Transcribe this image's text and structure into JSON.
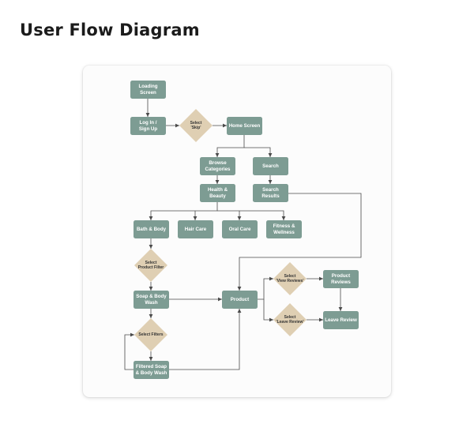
{
  "title": "User Flow Diagram",
  "nodes": {
    "loading": [
      "Loading",
      "Screen"
    ],
    "login": [
      "Log In /",
      "Sign Up"
    ],
    "home": [
      "Home Screen"
    ],
    "browse": [
      "Browse",
      "Categories"
    ],
    "search": [
      "Search"
    ],
    "health": [
      "Health &",
      "Beauty"
    ],
    "results": [
      "Search",
      "Results"
    ],
    "bath": [
      "Bath & Body"
    ],
    "hair": [
      "Hair Care"
    ],
    "oral": [
      "Oral Care"
    ],
    "fitness": [
      "Fitness &",
      "Wellness"
    ],
    "soap": [
      "Soap & Body",
      "Wash"
    ],
    "product": [
      "Product"
    ],
    "reviews": [
      "Product",
      "Reviews"
    ],
    "leave": [
      "Leave Review"
    ],
    "filtered": [
      "Filtered Soap",
      "& Body Wash"
    ]
  },
  "decisions": {
    "skip": [
      "Select",
      "'Skip'"
    ],
    "filter": [
      "Select",
      "Product Filter"
    ],
    "filters": [
      "Select  Filters"
    ],
    "view": [
      "Select",
      "'View Reviews'"
    ],
    "leave": [
      "Select",
      "'Leave  Review'"
    ]
  }
}
